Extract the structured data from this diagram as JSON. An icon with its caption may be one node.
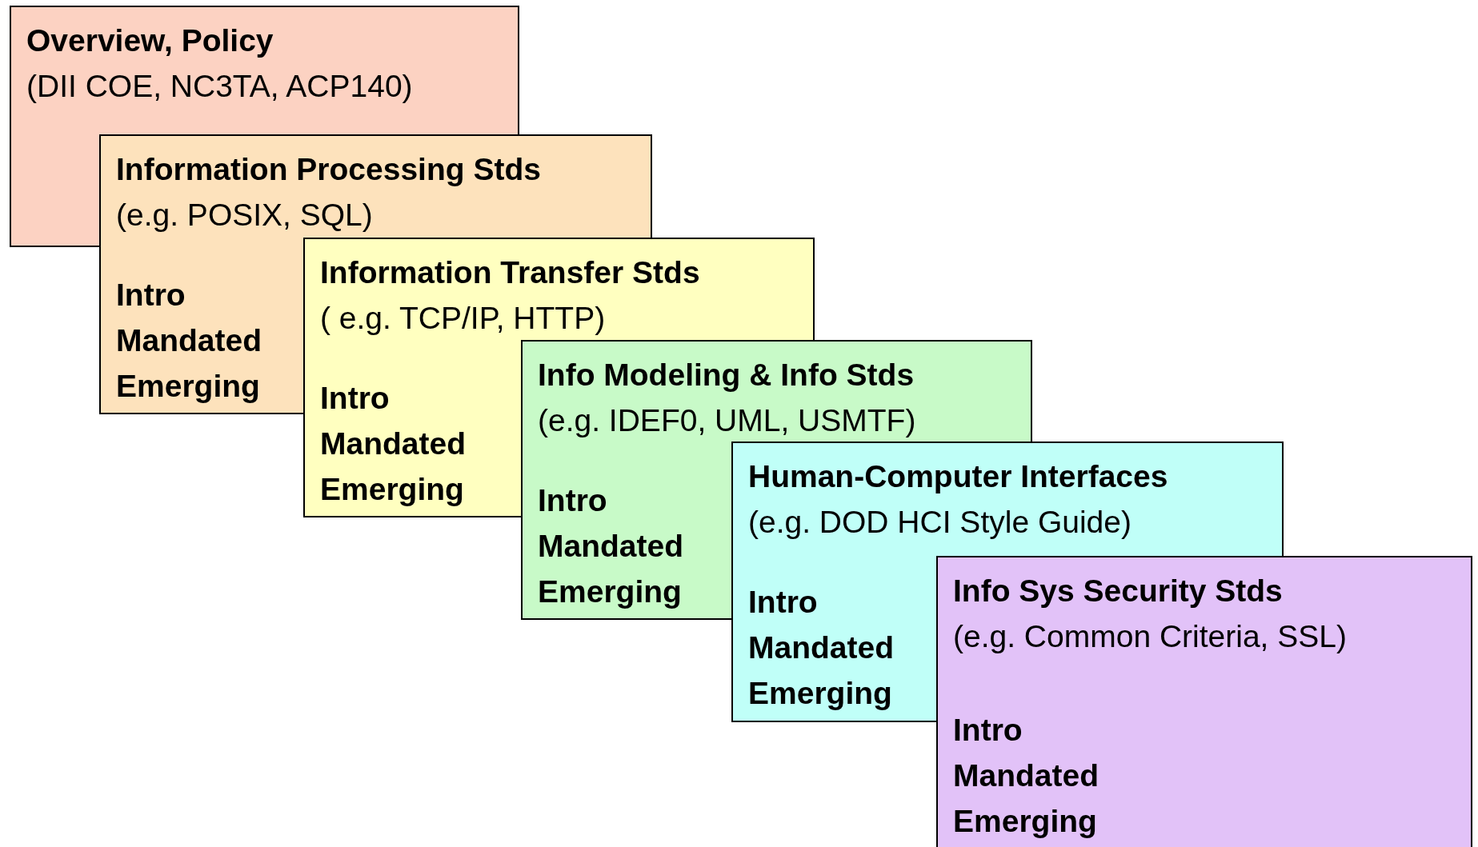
{
  "diagram": {
    "nodes": [
      {
        "text": [
          "Overview, Policy",
          "(DII COE, NC3TA, ACP140)"
        ]
      },
      {
        "text": [
          "Information Processing Stds",
          "(e.g. POSIX, SQL)",
          "Intro",
          "Mandated",
          "Emerging"
        ]
      },
      {
        "text": [
          "Information Transfer Stds",
          "( e.g. TCP/IP, HTTP)",
          "Intro",
          "Mandated",
          "Emerging"
        ]
      },
      {
        "text": [
          "Info Modeling & Info Stds",
          "(e.g. IDEF0, UML, USMTF)",
          "Intro",
          "Mandated",
          "Emerging"
        ]
      },
      {
        "text": [
          "Human-Computer Interfaces",
          "(e.g. DOD HCI Style Guide)",
          "Intro",
          "Mandated",
          "Emerging"
        ]
      },
      {
        "text": [
          "Info Sys  Security Stds",
          "(e.g. Common Criteria, SSL)",
          "Intro",
          "Mandated",
          "Emerging"
        ]
      }
    ]
  }
}
